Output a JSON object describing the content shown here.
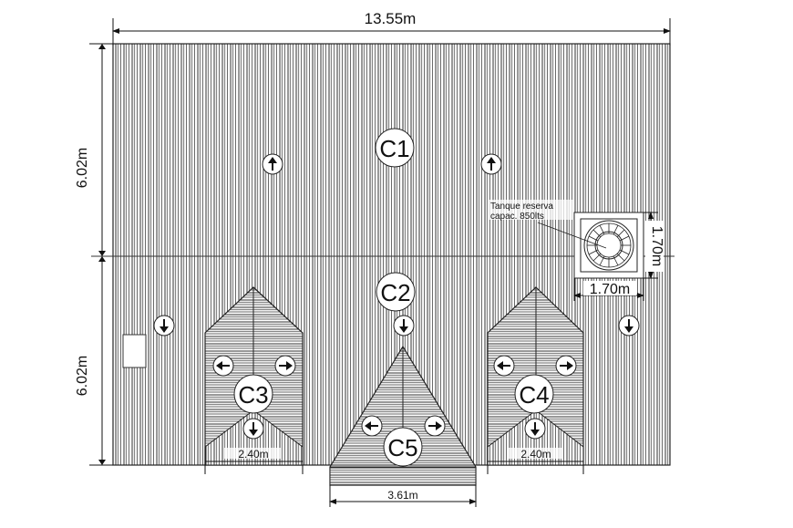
{
  "drawing": {
    "type": "roof plan",
    "overall_width_label": "13.55m",
    "left_upper_height_label": "6.02m",
    "left_lower_height_label": "6.02m",
    "tank": {
      "note_line1": "Tanque reserva",
      "note_line2": "capac. 850lts",
      "width_label": "1.70m",
      "height_label": "1.70m"
    },
    "gable_c3_width_label": "2.40m",
    "gable_c4_width_label": "2.40m",
    "gable_c5_width_label": "3.61m",
    "roof_sections": [
      {
        "id": "C1",
        "label": "C1"
      },
      {
        "id": "C2",
        "label": "C2"
      },
      {
        "id": "C3",
        "label": "C3"
      },
      {
        "id": "C4",
        "label": "C4"
      },
      {
        "id": "C5",
        "label": "C5"
      }
    ],
    "slope_arrows": [
      {
        "section": "C1",
        "direction": "up"
      },
      {
        "section": "C1",
        "direction": "up"
      },
      {
        "section": "C2",
        "direction": "down"
      },
      {
        "section": "C2",
        "direction": "down"
      },
      {
        "section": "C2",
        "direction": "down"
      },
      {
        "section": "C3",
        "direction": "left"
      },
      {
        "section": "C3",
        "direction": "right"
      },
      {
        "section": "C3",
        "direction": "down"
      },
      {
        "section": "C4",
        "direction": "left"
      },
      {
        "section": "C4",
        "direction": "right"
      },
      {
        "section": "C4",
        "direction": "down"
      },
      {
        "section": "C5",
        "direction": "left"
      },
      {
        "section": "C5",
        "direction": "right"
      }
    ],
    "colors": {
      "line": "#222222",
      "background": "#ffffff"
    }
  }
}
